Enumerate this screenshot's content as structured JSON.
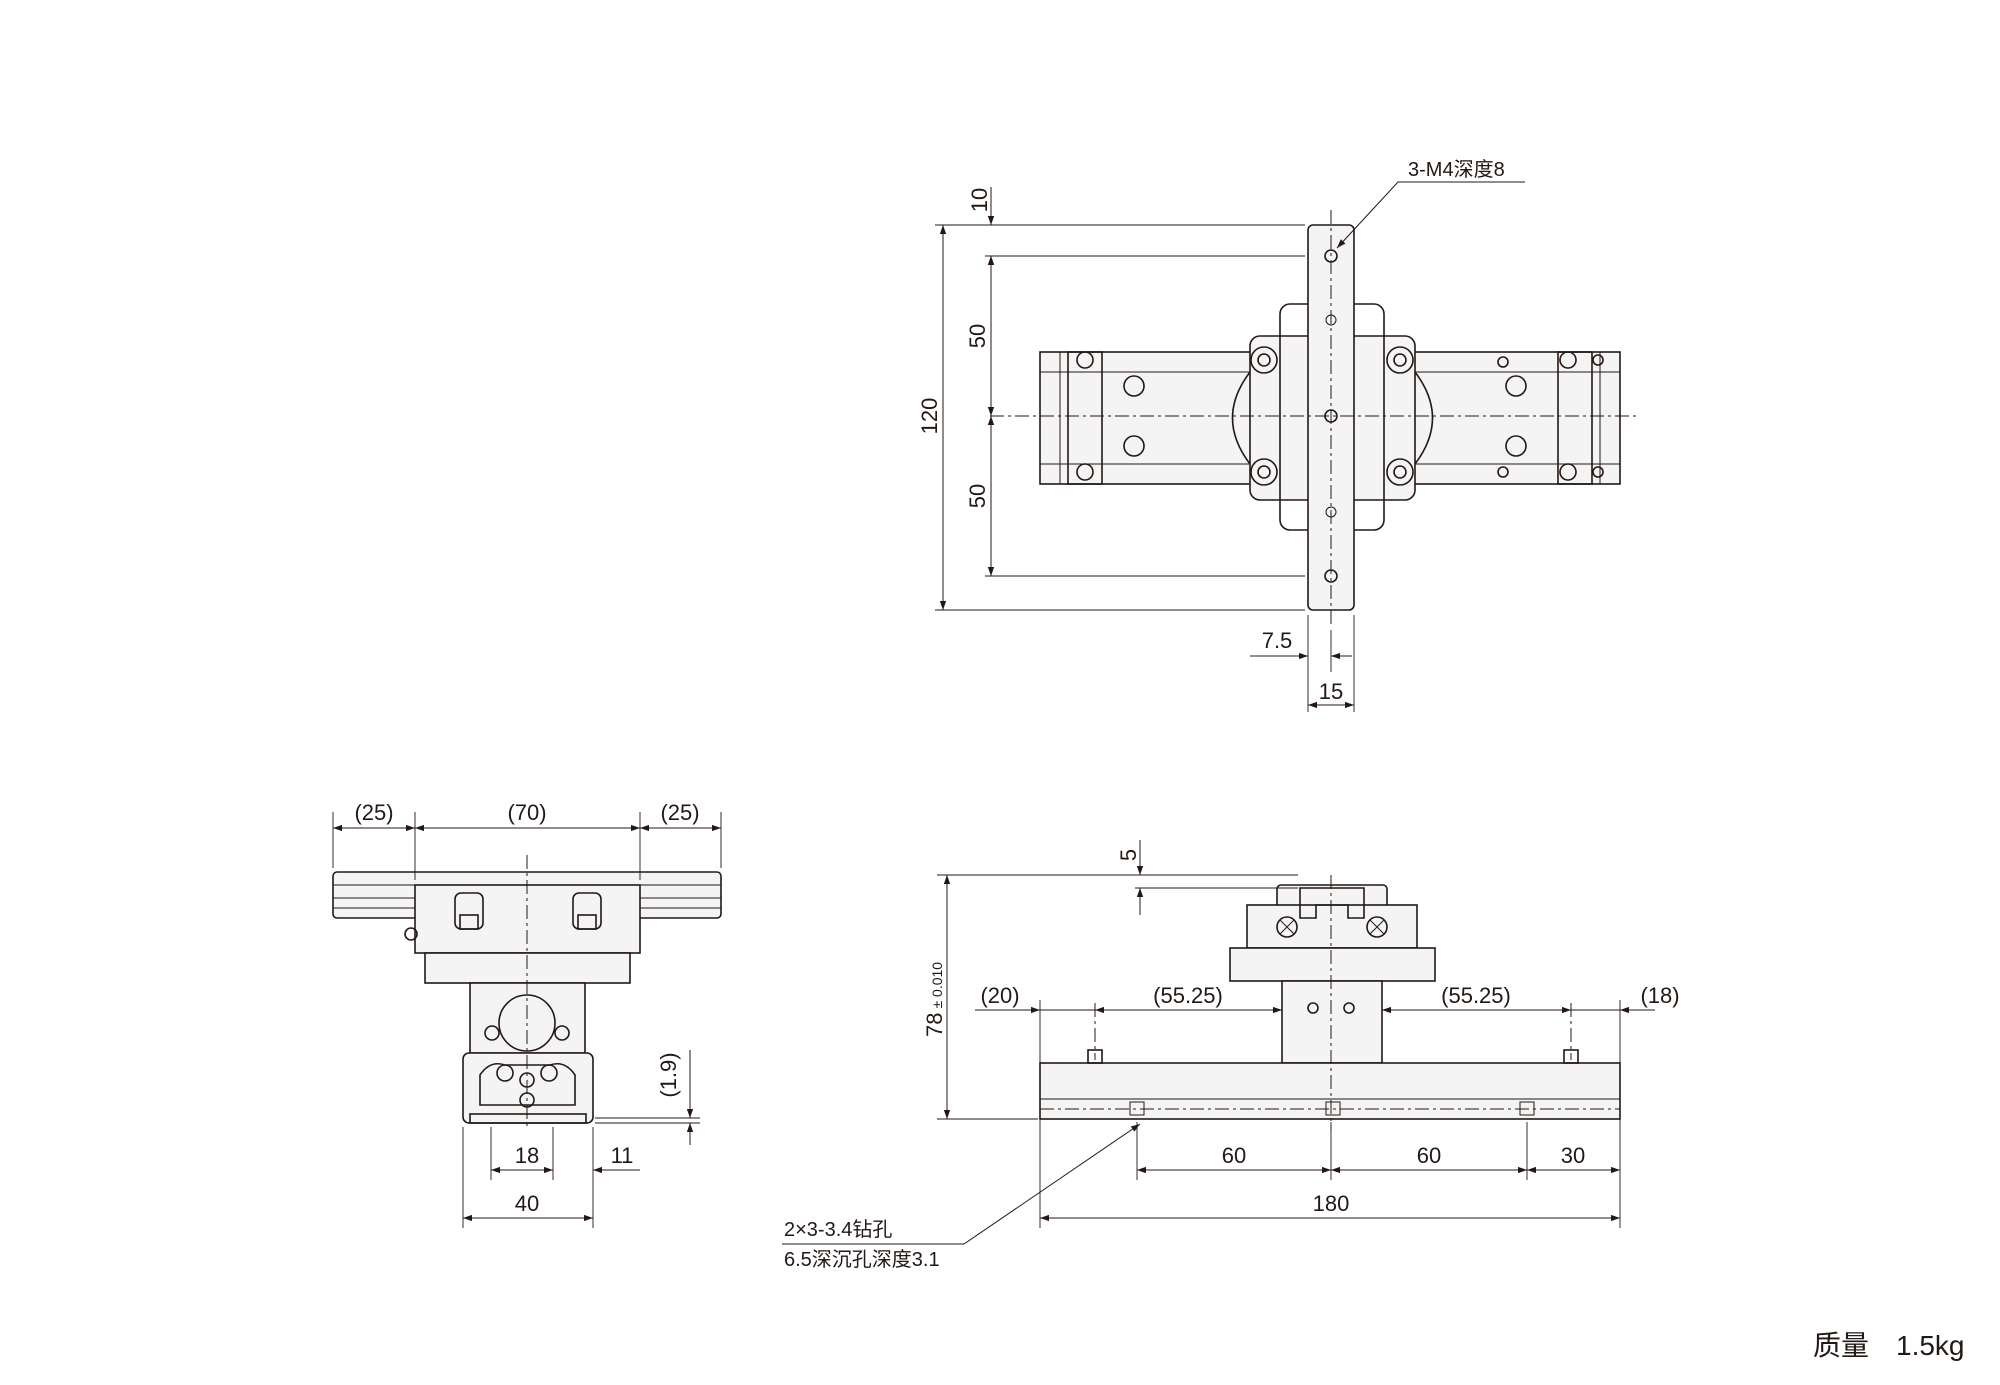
{
  "top_view": {
    "callout": "3-M4深度8",
    "dims": {
      "d10": "10",
      "d50a": "50",
      "d50b": "50",
      "d120": "120",
      "d7_5": "7.5",
      "d15": "15"
    }
  },
  "side_view": {
    "dims": {
      "d25l": "(25)",
      "d70": "(70)",
      "d25r": "(25)",
      "d1_9": "(1.9)",
      "d18": "18",
      "d11": "11",
      "d40": "40"
    }
  },
  "front_view": {
    "dims": {
      "d5": "5",
      "d78": "78",
      "d78_tol": "± 0.010",
      "d20": "(20)",
      "d55a": "(55.25)",
      "d55b": "(55.25)",
      "d18": "(18)",
      "d60a": "60",
      "d60b": "60",
      "d30": "30",
      "d180": "180"
    },
    "note_line1": "2×3-3.4钻孔",
    "note_line2": "6.5深沉孔深度3.1"
  },
  "mass_label": "质量",
  "mass_value": "1.5kg"
}
